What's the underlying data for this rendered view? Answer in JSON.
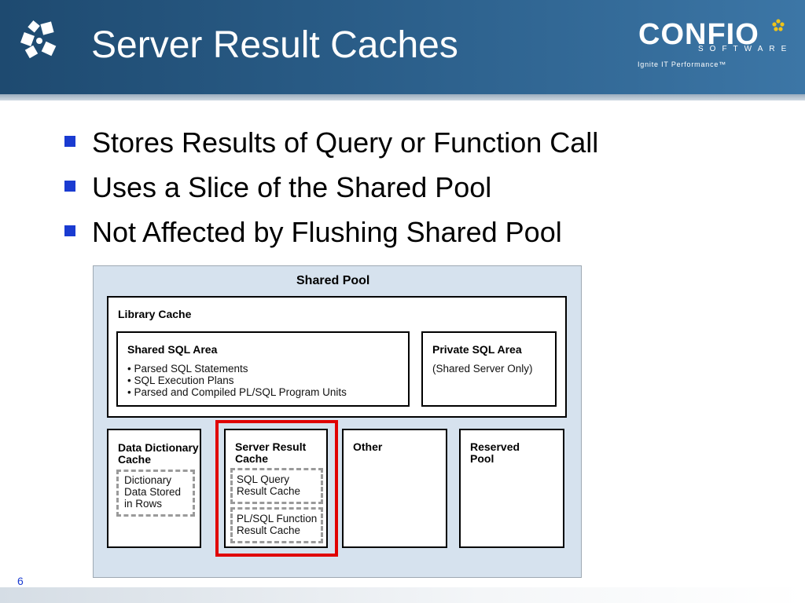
{
  "slide": {
    "title": "Server Result Caches",
    "page_number": "6",
    "logo": {
      "name": "CONFIO",
      "sub": "SOFTWARE",
      "tagline": "Ignite IT Performance™"
    }
  },
  "bullets": [
    "Stores Results of Query or Function Call",
    "Uses a Slice of the Shared Pool",
    "Not Affected by Flushing Shared Pool"
  ],
  "diagram": {
    "shared_pool": "Shared Pool",
    "library_cache": "Library Cache",
    "shared_sql_area": {
      "title": "Shared SQL Area",
      "items": [
        "Parsed SQL Statements",
        "SQL Execution Plans",
        "Parsed and Compiled PL/SQL Program Units"
      ]
    },
    "private_sql_area": {
      "title": "Private SQL Area",
      "note": "(Shared Server Only)"
    },
    "data_dictionary_cache": {
      "title_line1": "Data Dictionary",
      "title_line2": "Cache",
      "inner_lines": [
        "Dictionary",
        "Data Stored",
        "in Rows"
      ]
    },
    "server_result_cache": {
      "title_line1": "Server Result",
      "title_line2": "Cache",
      "sql_query": [
        "SQL Query",
        "Result Cache"
      ],
      "plsql_function": [
        "PL/SQL Function",
        "Result Cache"
      ]
    },
    "other": "Other",
    "reserved_pool": {
      "line1": "Reserved",
      "line2": "Pool"
    }
  },
  "colors": {
    "header": "#2a5d88",
    "bullet": "#1a3bd1",
    "highlight": "#e00000",
    "pool_bg": "#d6e2ee"
  }
}
